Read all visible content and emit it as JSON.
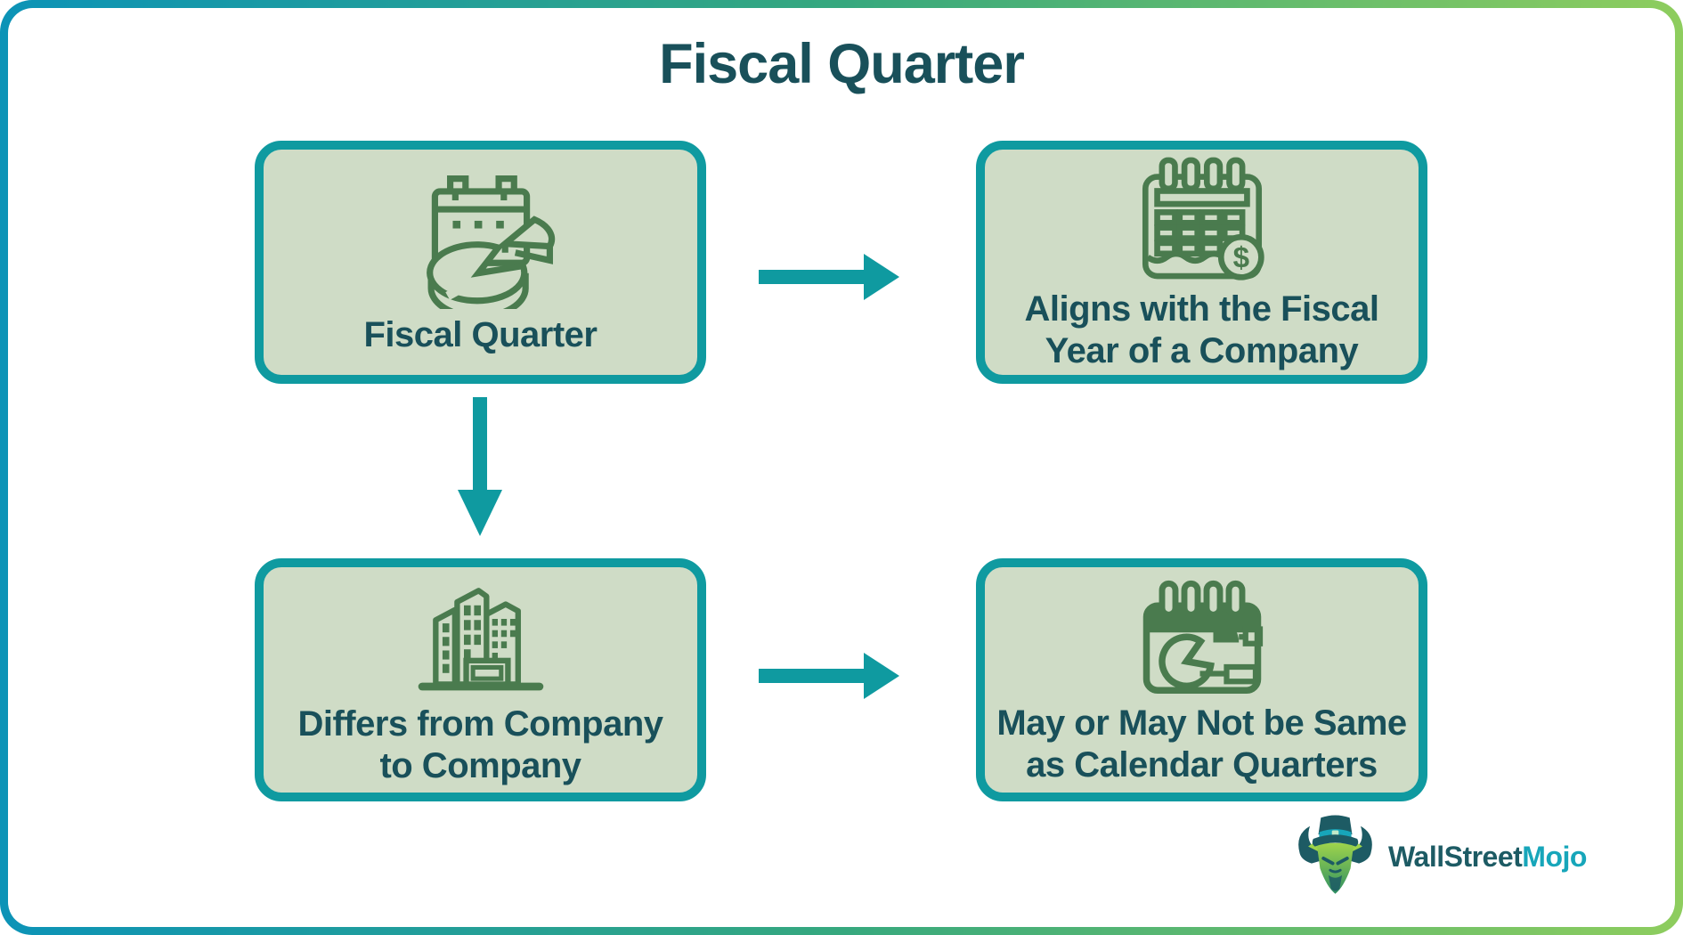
{
  "title": "Fiscal Quarter",
  "cards": [
    {
      "label": "Fiscal Quarter",
      "icon": "calendar-pie-chart-icon"
    },
    {
      "label": "Aligns with the Fiscal\nYear of a Company",
      "icon": "calendar-money-icon"
    },
    {
      "label": "Differs from Company\nto Company",
      "icon": "office-buildings-icon"
    },
    {
      "label": "May or May Not be Same\nas Calendar Quarters",
      "icon": "calendar-pie-slice-icon"
    }
  ],
  "logo": {
    "brand_primary": "WallStreet",
    "brand_secondary": "Mojo",
    "mascot": "bull-tophat-icon"
  },
  "colors": {
    "accent-teal": "#0f9aa0",
    "card-fill": "#cfdcc6",
    "text-dark": "#19505a",
    "icon-green": "#4a7b4e",
    "gradient-left": "#0c93b7",
    "gradient-mid": "#36a87e",
    "gradient-right": "#8ecd5e",
    "logo-dark": "#1d5b64",
    "logo-teal": "#17a6ba"
  }
}
